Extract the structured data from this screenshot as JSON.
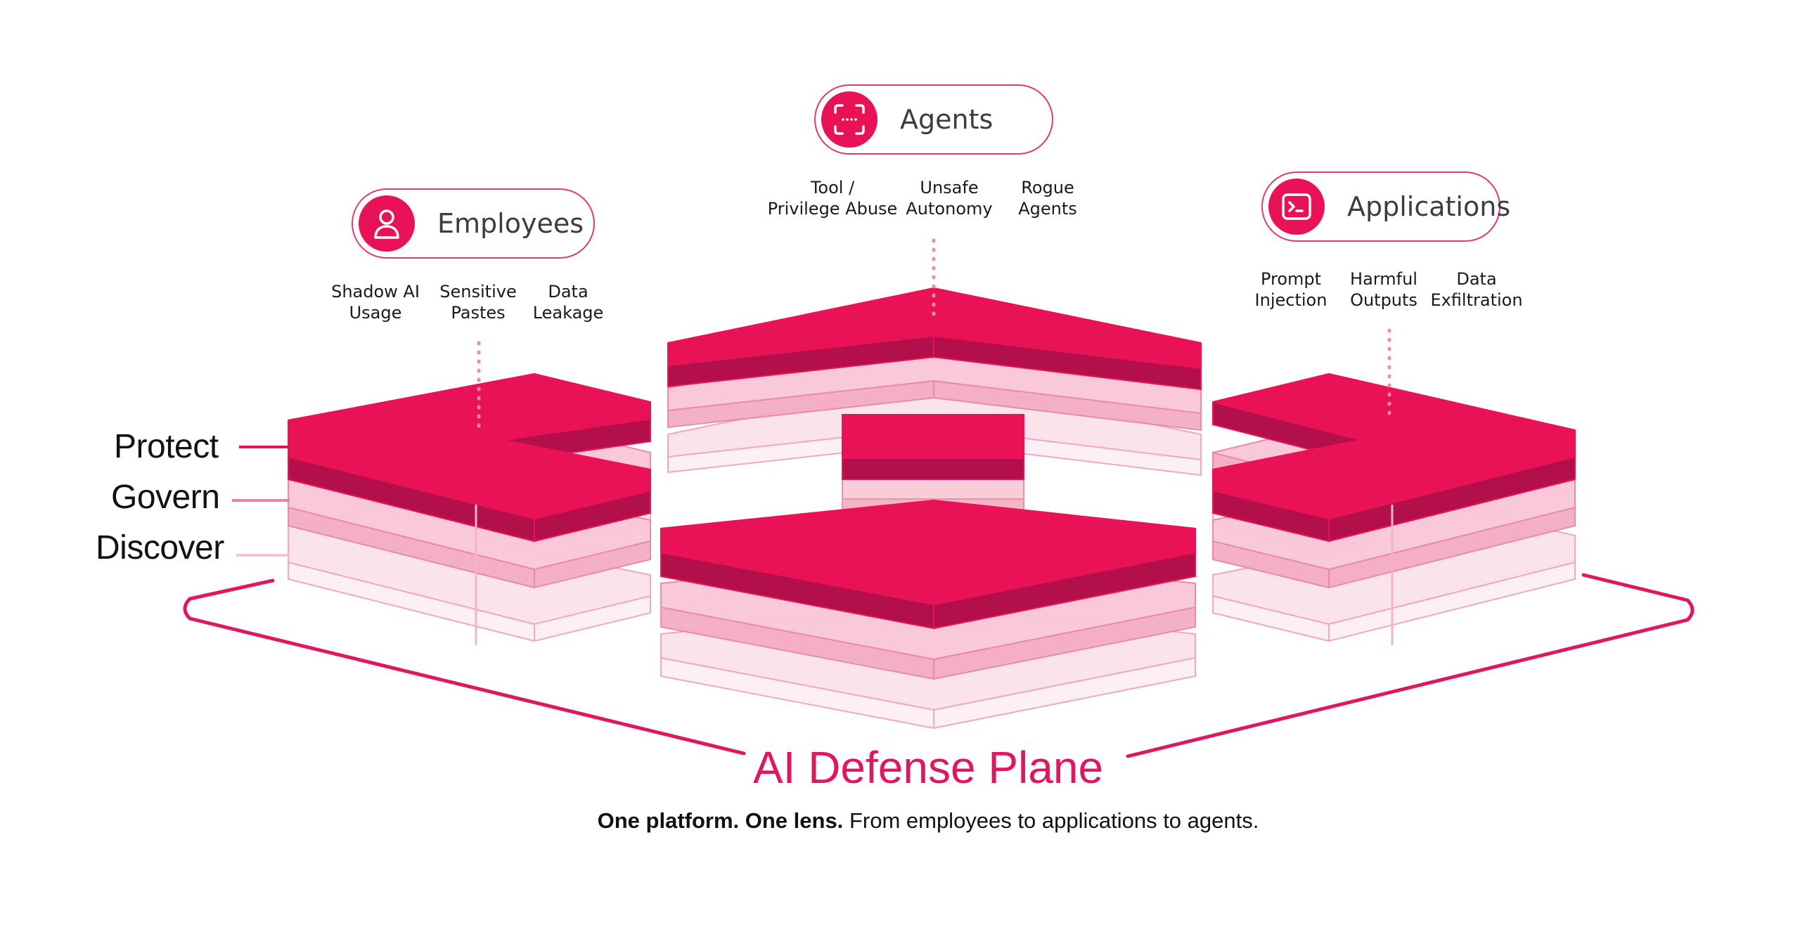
{
  "pillars": [
    {
      "id": "employees",
      "title": "Employees",
      "icon": "user-icon",
      "threats": [
        {
          "line1": "Shadow AI",
          "line2": "Usage"
        },
        {
          "line1": "Sensitive",
          "line2": "Pastes"
        },
        {
          "line1": "Data",
          "line2": "Leakage"
        }
      ]
    },
    {
      "id": "agents",
      "title": "Agents",
      "icon": "scan-frame-icon",
      "threats": [
        {
          "line1": "Tool /",
          "line2": "Privilege Abuse"
        },
        {
          "line1": "Unsafe",
          "line2": "Autonomy"
        },
        {
          "line1": "Rogue",
          "line2": "Agents"
        }
      ]
    },
    {
      "id": "applications",
      "title": "Applications",
      "icon": "terminal-icon",
      "threats": [
        {
          "line1": "Prompt",
          "line2": "Injection"
        },
        {
          "line1": "Harmful",
          "line2": "Outputs"
        },
        {
          "line1": "Data",
          "line2": "Exfiltration"
        }
      ]
    }
  ],
  "layers": [
    "Protect",
    "Govern",
    "Discover"
  ],
  "plane": {
    "title": "AI Defense Plane",
    "tagline_bold": "One platform. One lens.",
    "tagline_rest": "From employees to applications to agents."
  },
  "colors": {
    "accent": "#ea1256",
    "accent_dark": "#b30f4a",
    "layer_mid": "#f7b6cc",
    "layer_light": "#fbe3ec",
    "text": "#111111"
  }
}
